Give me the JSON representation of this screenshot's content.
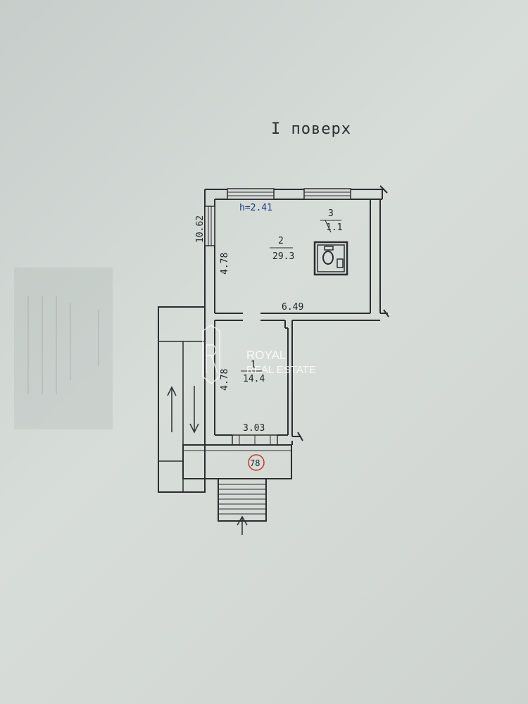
{
  "floor_title": "I поверх",
  "ceiling_height": "h=2.41",
  "rooms": [
    {
      "number": "1",
      "area": "14.4"
    },
    {
      "number": "2",
      "area": "29.3"
    },
    {
      "number": "3",
      "area": "1.1"
    }
  ],
  "dimensions": {
    "total_height": "10.62",
    "room2_height": "4.78",
    "room2_width": "6.49",
    "room1_height": "4.78",
    "room1_width": "3.03"
  },
  "building_number": "78",
  "watermark": {
    "line1": "ROYAL",
    "line2": "REAL ESTATE"
  },
  "colors": {
    "ink": "#2a2e31",
    "stamp": "#c0392b",
    "paper": "#d2d8d4"
  }
}
